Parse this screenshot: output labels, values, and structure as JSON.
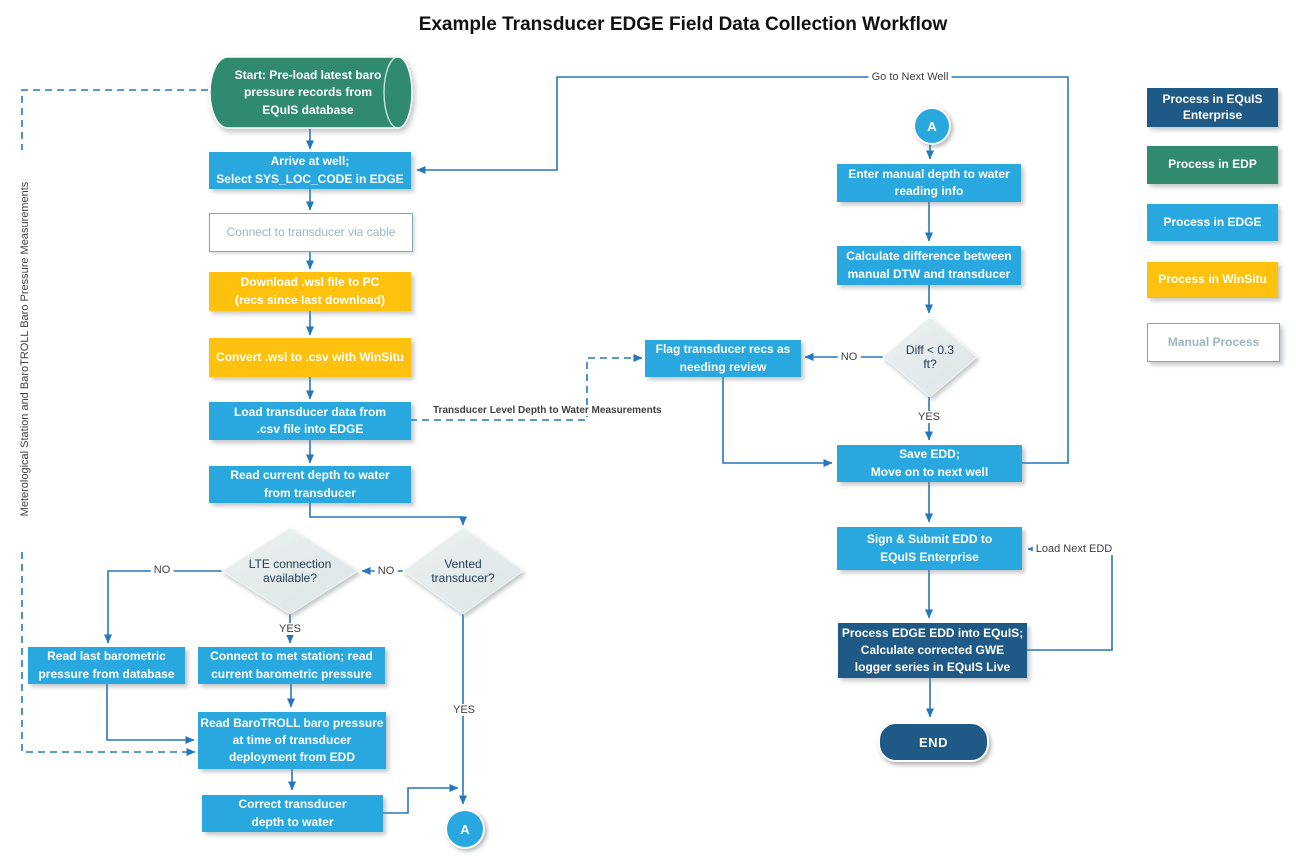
{
  "title": "Example Transducer EDGE Field Data Collection Workflow",
  "left_note": "Meterological Station and BaroTROLL Baro Pressure Measurements",
  "colors": {
    "edge_blue": "#29A8E0",
    "winsitu_yellow": "#FEC10D",
    "edp_teal": "#2F8A70",
    "enterprise_navy": "#1F5A86",
    "connector_blue": "#2577BE",
    "diamond_fill": "#E4EAEB",
    "manual_border": "#7FA8B0"
  },
  "nodes": {
    "start": "Start: Pre-load latest baro\npressure records from\nEQuIS database",
    "arrive": "Arrive at well;\nSelect SYS_LOC_CODE in EDGE",
    "connect_cable": "Connect to transducer via cable",
    "download_wsl": "Download .wsl file to PC\n(recs since last download)",
    "convert_wsl": "Convert .wsl to .csv with WinSitu",
    "load_csv": "Load transducer data from\n.csv file into EDGE",
    "read_depth": "Read current depth to water\nfrom transducer",
    "lte": "LTE connection\navailable?",
    "vented": "Vented\ntransducer?",
    "read_last_baro": "Read last barometric\npressure from database",
    "connect_met": "Connect to met station; read\ncurrent barometric pressure",
    "read_barotroll": "Read BaroTROLL baro pressure\nat time of transducer\ndeployment from EDD",
    "correct_dtw": "Correct transducer\ndepth to water",
    "connector_a": "A",
    "enter_manual": "Enter manual depth to water\nreading info",
    "calc_diff": "Calculate difference between\nmanual DTW and transducer",
    "diff": "Diff < 0.3\nft?",
    "flag_recs": "Flag transducer recs as\nneeding review",
    "save_edd": "Save EDD;\nMove on to next well",
    "sign_submit": "Sign & Submit EDD to\nEQuIS Enterprise",
    "process_edd": "Process EDGE EDD into EQuIS;\nCalculate corrected GWE\nlogger series in EQuIS Live",
    "end": "END"
  },
  "edge_labels": {
    "go_next_well": "Go to Next Well",
    "load_next_edd": "Load Next EDD",
    "transducer_level": "Transducer Level Depth to Water Measurements",
    "yes": "YES",
    "no": "NO"
  },
  "legend": {
    "items": [
      {
        "label": "Process in EQuIS Enterprise"
      },
      {
        "label": "Process in EDP"
      },
      {
        "label": "Process in EDGE"
      },
      {
        "label": "Process in WinSitu"
      },
      {
        "label": "Manual Process"
      }
    ]
  }
}
